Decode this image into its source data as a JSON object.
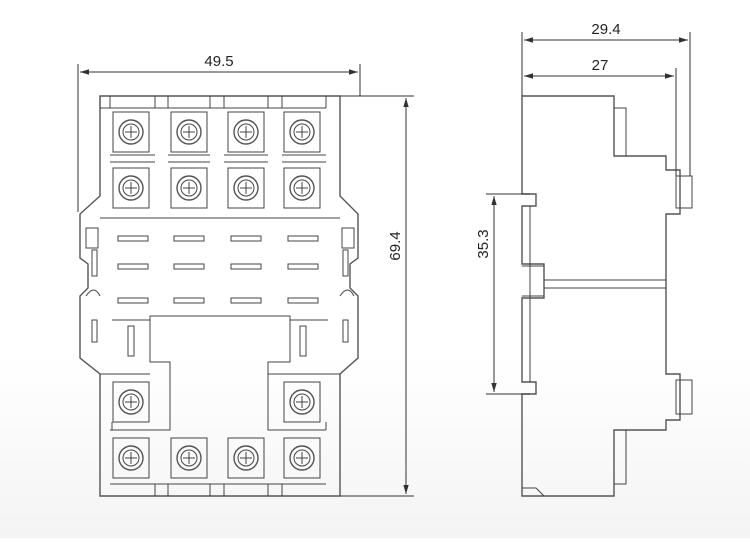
{
  "front_view": {
    "width_dim": "49.5",
    "height_dim": "69.4"
  },
  "side_view": {
    "overall_depth_dim": "29.4",
    "body_depth_dim": "27",
    "rail_dim": "35.3"
  },
  "colors": {
    "line": "#555555",
    "dimension": "#333333",
    "background": "#ffffff"
  }
}
